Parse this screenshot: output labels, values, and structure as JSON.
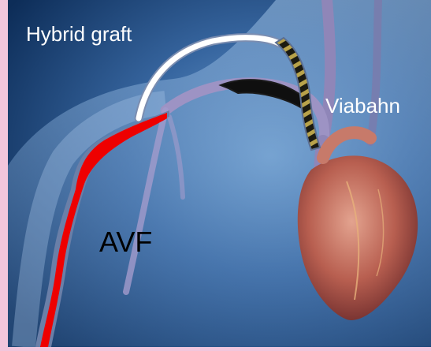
{
  "labels": {
    "hybrid_graft": "Hybrid graft",
    "viabahn": "Viabahn",
    "avf": "AVF"
  },
  "colors": {
    "frame_background": "#f2c6dc",
    "background_dark": "#0e2f5c",
    "background_light": "#6e9ccd",
    "avf_red": "#ee0000",
    "hybrid_graft_white": "#ffffff",
    "viabahn_stripe_dark": "#1b1a10",
    "viabahn_stripe_light": "#b8a24a",
    "vein": "#8f86b8",
    "heart": "#b35a4e"
  }
}
